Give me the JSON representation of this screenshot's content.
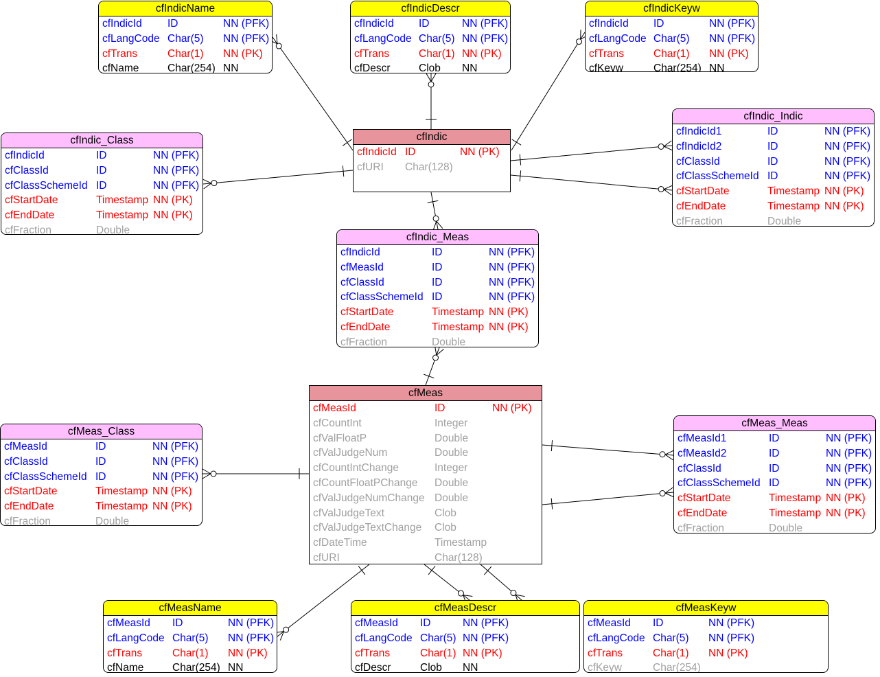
{
  "colors": {
    "pfk": "#0000ff",
    "pk": "#ff0000",
    "nn": "#000000",
    "nullable": "#a0a0a0",
    "line": "#000000",
    "header_yellow": "#ffff00",
    "header_pink": "#ffbfff",
    "header_red": "#e8949c"
  },
  "entities": {
    "cfIndicName": {
      "title": "cfIndicName",
      "rows": [
        [
          "cfIndicId",
          "ID",
          "NN (PFK)",
          "pfk"
        ],
        [
          "cfLangCode",
          "Char(5)",
          "NN (PFK)",
          "pfk"
        ],
        [
          "cfTrans",
          "Char(1)",
          "NN (PK)",
          "pk"
        ],
        [
          "cfName",
          "Char(254)",
          "NN",
          "nn"
        ]
      ]
    },
    "cfIndicDescr": {
      "title": "cfIndicDescr",
      "rows": [
        [
          "cfIndicId",
          "ID",
          "NN (PFK)",
          "pfk"
        ],
        [
          "cfLangCode",
          "Char(5)",
          "NN (PFK)",
          "pfk"
        ],
        [
          "cfTrans",
          "Char(1)",
          "NN (PK)",
          "pk"
        ],
        [
          "cfDescr",
          "Clob",
          "NN",
          "nn"
        ]
      ]
    },
    "cfIndicKeyw": {
      "title": "cfIndicKeyw",
      "rows": [
        [
          "cfIndicId",
          "ID",
          "NN (PFK)",
          "pfk"
        ],
        [
          "cfLangCode",
          "Char(5)",
          "NN (PFK)",
          "pfk"
        ],
        [
          "cfTrans",
          "Char(1)",
          "NN (PK)",
          "pk"
        ],
        [
          "cfKeyw",
          "Char(254)",
          "NN",
          "nn"
        ]
      ]
    },
    "cfIndic_Class": {
      "title": "cfIndic_Class",
      "rows": [
        [
          "cfIndicId",
          "ID",
          "NN (PFK)",
          "pfk"
        ],
        [
          "cfClassId",
          "ID",
          "NN (PFK)",
          "pfk"
        ],
        [
          "cfClassSchemeId",
          "ID",
          "NN (PFK)",
          "pfk"
        ],
        [
          "cfStartDate",
          "Timestamp",
          "NN (PK)",
          "pk"
        ],
        [
          "cfEndDate",
          "Timestamp",
          "NN (PK)",
          "pk"
        ],
        [
          "cfFraction",
          "Double",
          "",
          "nullable"
        ]
      ]
    },
    "cfIndic": {
      "title": "cfIndic",
      "rows": [
        [
          "cfIndicId",
          "ID",
          "NN (PK)",
          "pk"
        ],
        [
          "cfURI",
          "Char(128)",
          "",
          "nullable"
        ]
      ]
    },
    "cfIndic_Indic": {
      "title": "cfIndic_Indic",
      "rows": [
        [
          "cfIndicId1",
          "ID",
          "NN (PFK)",
          "pfk"
        ],
        [
          "cfIndicId2",
          "ID",
          "NN (PFK)",
          "pfk"
        ],
        [
          "cfClassId",
          "ID",
          "NN (PFK)",
          "pfk"
        ],
        [
          "cfClassSchemeId",
          "ID",
          "NN (PFK)",
          "pfk"
        ],
        [
          "cfStartDate",
          "Timestamp",
          "NN (PK)",
          "pk"
        ],
        [
          "cfEndDate",
          "Timestamp",
          "NN (PK)",
          "pk"
        ],
        [
          "cfFraction",
          "Double",
          "",
          "nullable"
        ]
      ]
    },
    "cfIndic_Meas": {
      "title": "cfIndic_Meas",
      "rows": [
        [
          "cfIndicId",
          "ID",
          "NN (PFK)",
          "pfk"
        ],
        [
          "cfMeasId",
          "ID",
          "NN (PFK)",
          "pfk"
        ],
        [
          "cfClassId",
          "ID",
          "NN (PFK)",
          "pfk"
        ],
        [
          "cfClassSchemeId",
          "ID",
          "NN (PFK)",
          "pfk"
        ],
        [
          "cfStartDate",
          "Timestamp",
          "NN (PK)",
          "pk"
        ],
        [
          "cfEndDate",
          "Timestamp",
          "NN (PK)",
          "pk"
        ],
        [
          "cfFraction",
          "Double",
          "",
          "nullable"
        ]
      ]
    },
    "cfMeas": {
      "title": "cfMeas",
      "rows": [
        [
          "cfMeasId",
          "ID",
          "NN (PK)",
          "pk"
        ],
        [
          "cfCountInt",
          "Integer",
          "",
          "nullable"
        ],
        [
          "cfValFloatP",
          "Double",
          "",
          "nullable"
        ],
        [
          "cfValJudgeNum",
          "Double",
          "",
          "nullable"
        ],
        [
          "cfCountIntChange",
          "Integer",
          "",
          "nullable"
        ],
        [
          "cfCountFloatPChange",
          "Double",
          "",
          "nullable"
        ],
        [
          "cfValJudgeNumChange",
          "Double",
          "",
          "nullable"
        ],
        [
          "cfValJudgeText",
          "Clob",
          "",
          "nullable"
        ],
        [
          "cfValJudgeTextChange",
          "Clob",
          "",
          "nullable"
        ],
        [
          "cfDateTime",
          "Timestamp",
          "",
          "nullable"
        ],
        [
          "cfURI",
          "Char(128)",
          "",
          "nullable"
        ]
      ]
    },
    "cfMeas_Class": {
      "title": "cfMeas_Class",
      "rows": [
        [
          "cfMeasId",
          "ID",
          "NN (PFK)",
          "pfk"
        ],
        [
          "cfClassId",
          "ID",
          "NN (PFK)",
          "pfk"
        ],
        [
          "cfClassSchemeId",
          "ID",
          "NN (PFK)",
          "pfk"
        ],
        [
          "cfStartDate",
          "Timestamp",
          "NN (PK)",
          "pk"
        ],
        [
          "cfEndDate",
          "Timestamp",
          "NN (PK)",
          "pk"
        ],
        [
          "cfFraction",
          "Double",
          "",
          "nullable"
        ]
      ]
    },
    "cfMeas_Meas": {
      "title": "cfMeas_Meas",
      "rows": [
        [
          "cfMeasId1",
          "ID",
          "NN (PFK)",
          "pfk"
        ],
        [
          "cfMeasId2",
          "ID",
          "NN (PFK)",
          "pfk"
        ],
        [
          "cfClassId",
          "ID",
          "NN (PFK)",
          "pfk"
        ],
        [
          "cfClassSchemeId",
          "ID",
          "NN (PFK)",
          "pfk"
        ],
        [
          "cfStartDate",
          "Timestamp",
          "NN (PK)",
          "pk"
        ],
        [
          "cfEndDate",
          "Timestamp",
          "NN (PK)",
          "pk"
        ],
        [
          "cfFraction",
          "Double",
          "",
          "nullable"
        ]
      ]
    },
    "cfMeasName": {
      "title": "cfMeasName",
      "rows": [
        [
          "cfMeasId",
          "ID",
          "NN (PFK)",
          "pfk"
        ],
        [
          "cfLangCode",
          "Char(5)",
          "NN (PFK)",
          "pfk"
        ],
        [
          "cfTrans",
          "Char(1)",
          "NN (PK)",
          "pk"
        ],
        [
          "cfName",
          "Char(254)",
          "NN",
          "nn"
        ]
      ]
    },
    "cfMeasDescr": {
      "title": "cfMeasDescr",
      "rows": [
        [
          "cfMeasId",
          "ID",
          "NN (PFK)",
          "pfk"
        ],
        [
          "cfLangCode",
          "Char(5)",
          "NN (PFK)",
          "pfk"
        ],
        [
          "cfTrans",
          "Char(1)",
          "NN (PK)",
          "pk"
        ],
        [
          "cfDescr",
          "Clob",
          "NN",
          "nn"
        ]
      ]
    },
    "cfMeasKeyw": {
      "title": "cfMeasKeyw",
      "rows": [
        [
          "cfMeasId",
          "ID",
          "NN (PFK)",
          "pfk"
        ],
        [
          "cfLangCode",
          "Char(5)",
          "NN (PFK)",
          "pfk"
        ],
        [
          "cfTrans",
          "Char(1)",
          "NN (PK)",
          "pk"
        ],
        [
          "cfKeyw",
          "Char(254)",
          "",
          "nullable"
        ]
      ]
    }
  },
  "relationships": [
    {
      "from": "cfIndic",
      "to": "cfIndicName",
      "parent_end": "one",
      "child_end": "zero-or-many"
    },
    {
      "from": "cfIndic",
      "to": "cfIndicDescr",
      "parent_end": "one",
      "child_end": "zero-or-many"
    },
    {
      "from": "cfIndic",
      "to": "cfIndicKeyw",
      "parent_end": "one",
      "child_end": "zero-or-many"
    },
    {
      "from": "cfIndic",
      "to": "cfIndic_Class",
      "parent_end": "one",
      "child_end": "zero-or-many"
    },
    {
      "from": "cfIndic",
      "to": "cfIndic_Indic",
      "parent_end": "one",
      "child_end": "zero-or-many"
    },
    {
      "from": "cfIndic",
      "to": "cfIndic_Indic",
      "parent_end": "one",
      "child_end": "zero-or-many"
    },
    {
      "from": "cfIndic",
      "to": "cfIndic_Meas",
      "parent_end": "one",
      "child_end": "zero-or-many"
    },
    {
      "from": "cfMeas",
      "to": "cfIndic_Meas",
      "parent_end": "one",
      "child_end": "zero-or-many"
    },
    {
      "from": "cfMeas",
      "to": "cfMeas_Class",
      "parent_end": "one",
      "child_end": "zero-or-many"
    },
    {
      "from": "cfMeas",
      "to": "cfMeas_Meas",
      "parent_end": "one",
      "child_end": "zero-or-many"
    },
    {
      "from": "cfMeas",
      "to": "cfMeas_Meas",
      "parent_end": "one",
      "child_end": "zero-or-many"
    },
    {
      "from": "cfMeas",
      "to": "cfMeasName",
      "parent_end": "one",
      "child_end": "zero-or-many"
    },
    {
      "from": "cfMeas",
      "to": "cfMeasDescr",
      "parent_end": "one",
      "child_end": "zero-or-many"
    },
    {
      "from": "cfMeas",
      "to": "cfMeasKeyw",
      "parent_end": "one",
      "child_end": "zero-or-many"
    }
  ]
}
